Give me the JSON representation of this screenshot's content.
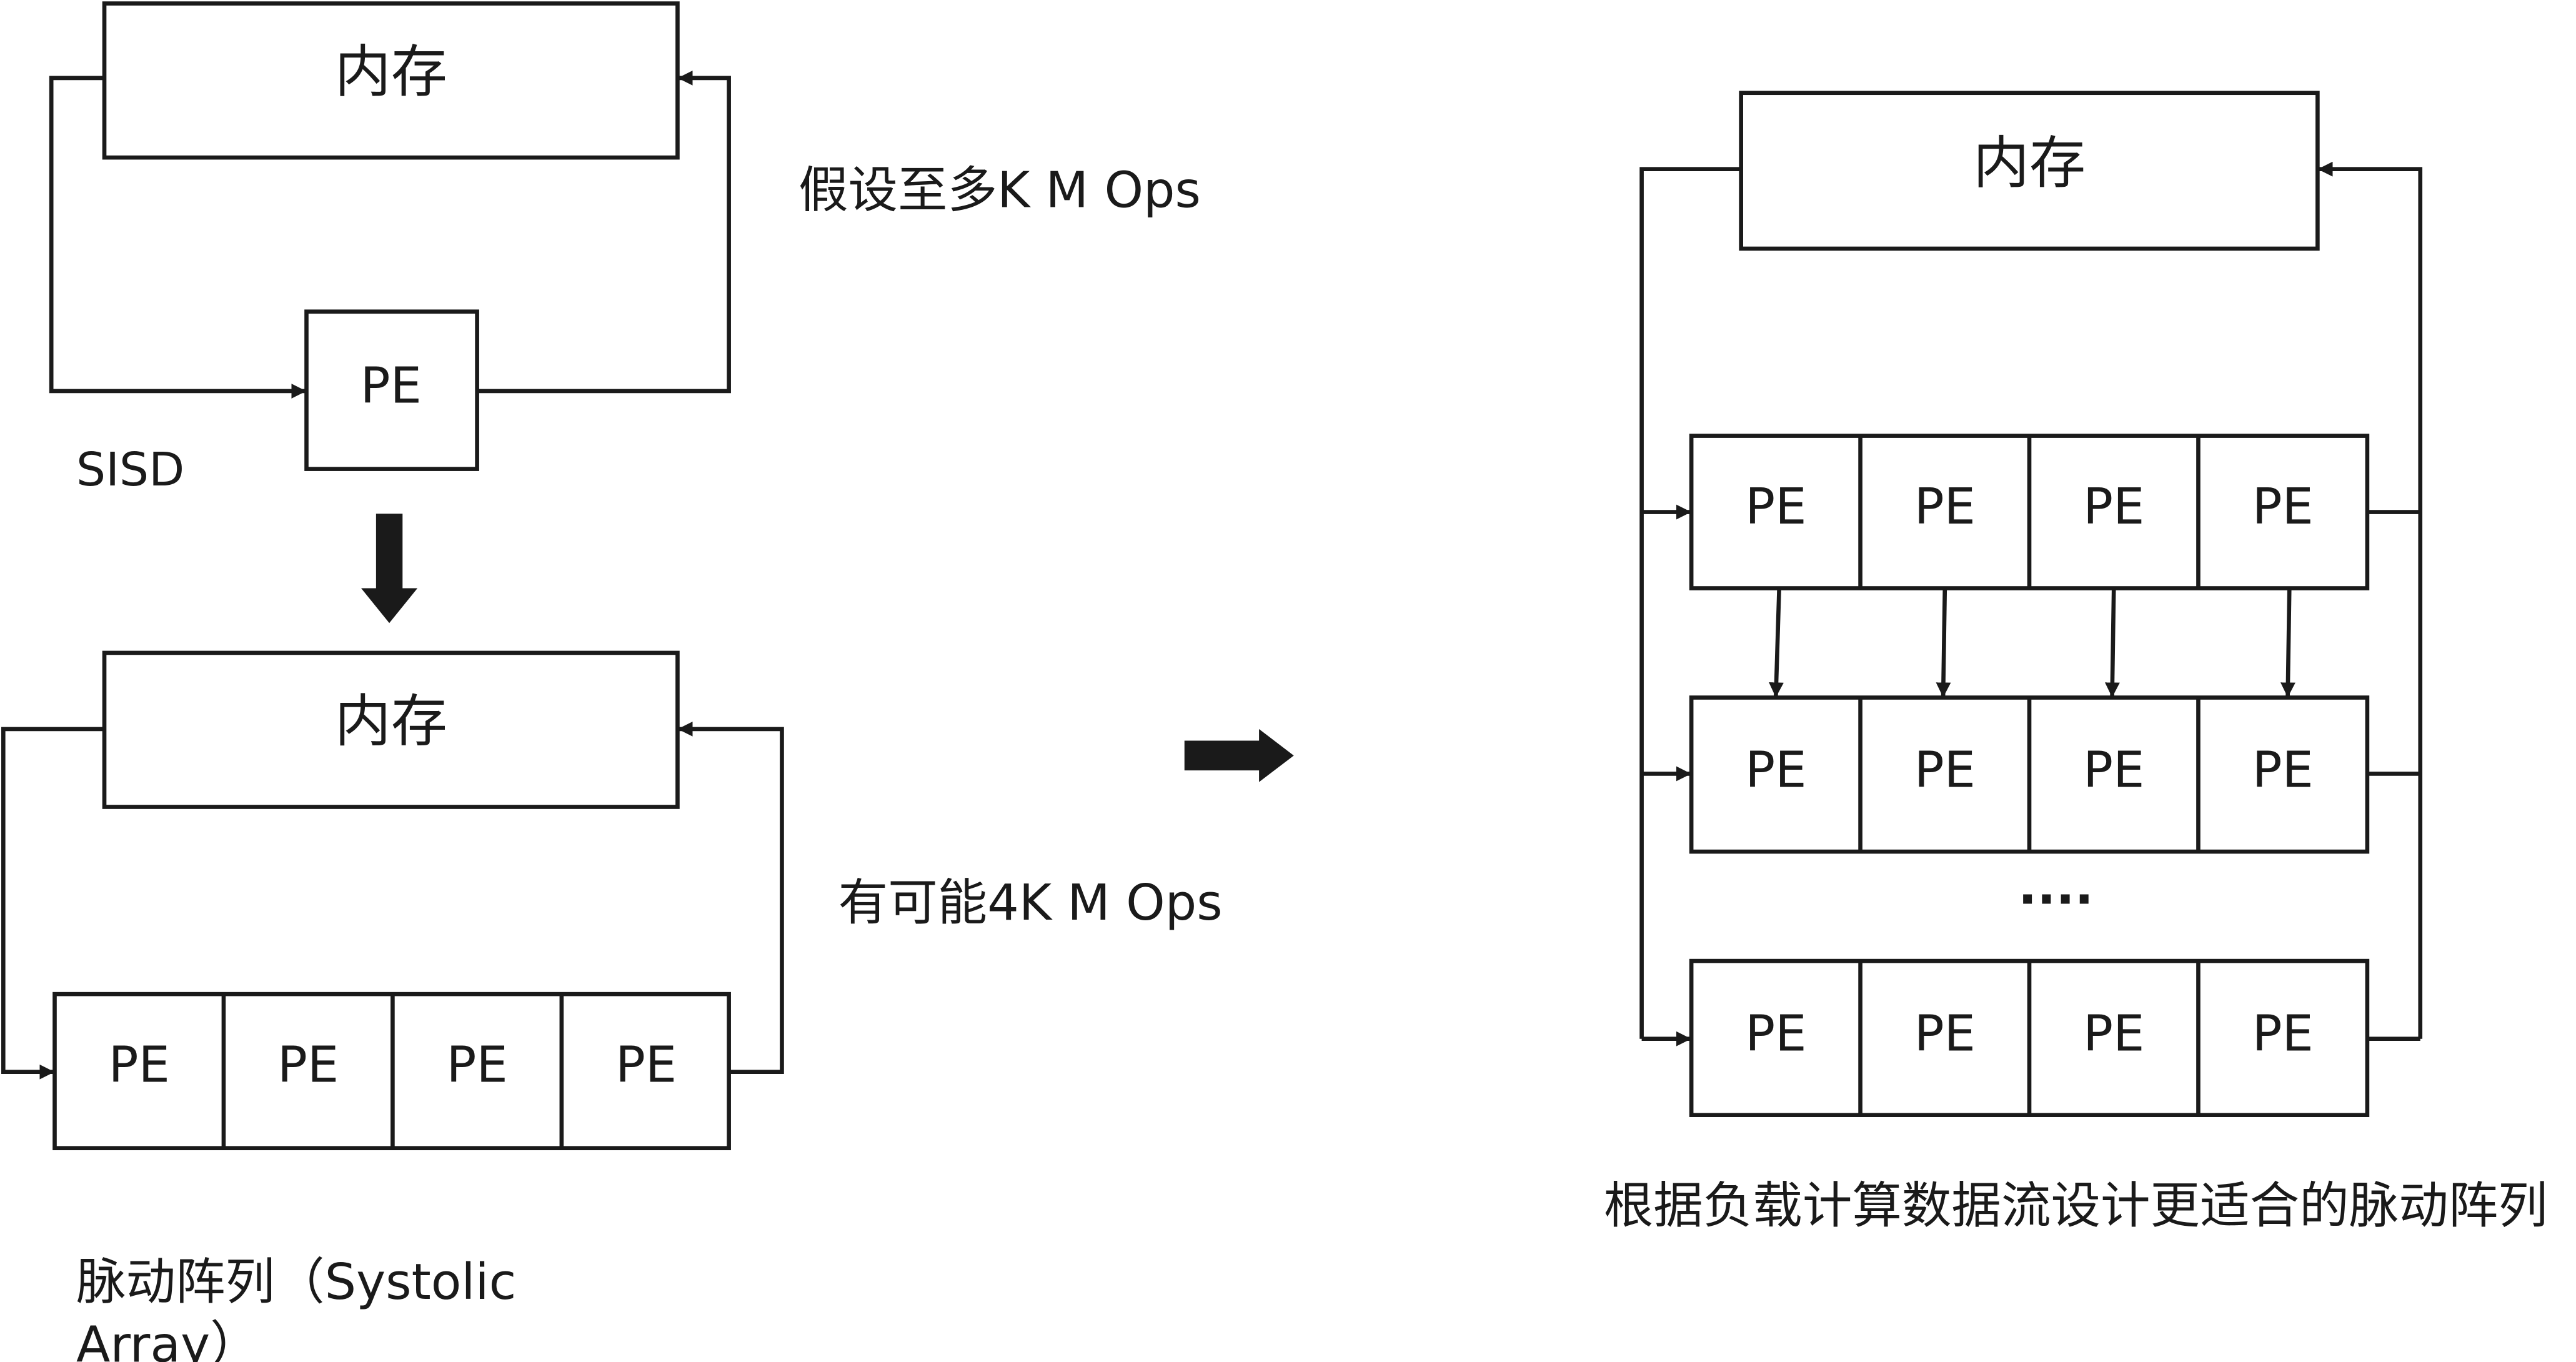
{
  "memory_label": "内存",
  "pe_label": "PE",
  "sisd": {
    "caption": "SISD",
    "ops_note": "假设至多K M Ops"
  },
  "systolic": {
    "ops_note": "有可能4K M Ops",
    "caption_line1": "脉动阵列（Systolic",
    "caption_line2": "Array）"
  },
  "grid": {
    "ellipsis": "····",
    "caption": "根据负载计算数据流设计更适合的脉动阵列"
  },
  "colors": {
    "line": "#1a1a1a",
    "text": "#1a1a1a",
    "background": "#ffffff"
  }
}
